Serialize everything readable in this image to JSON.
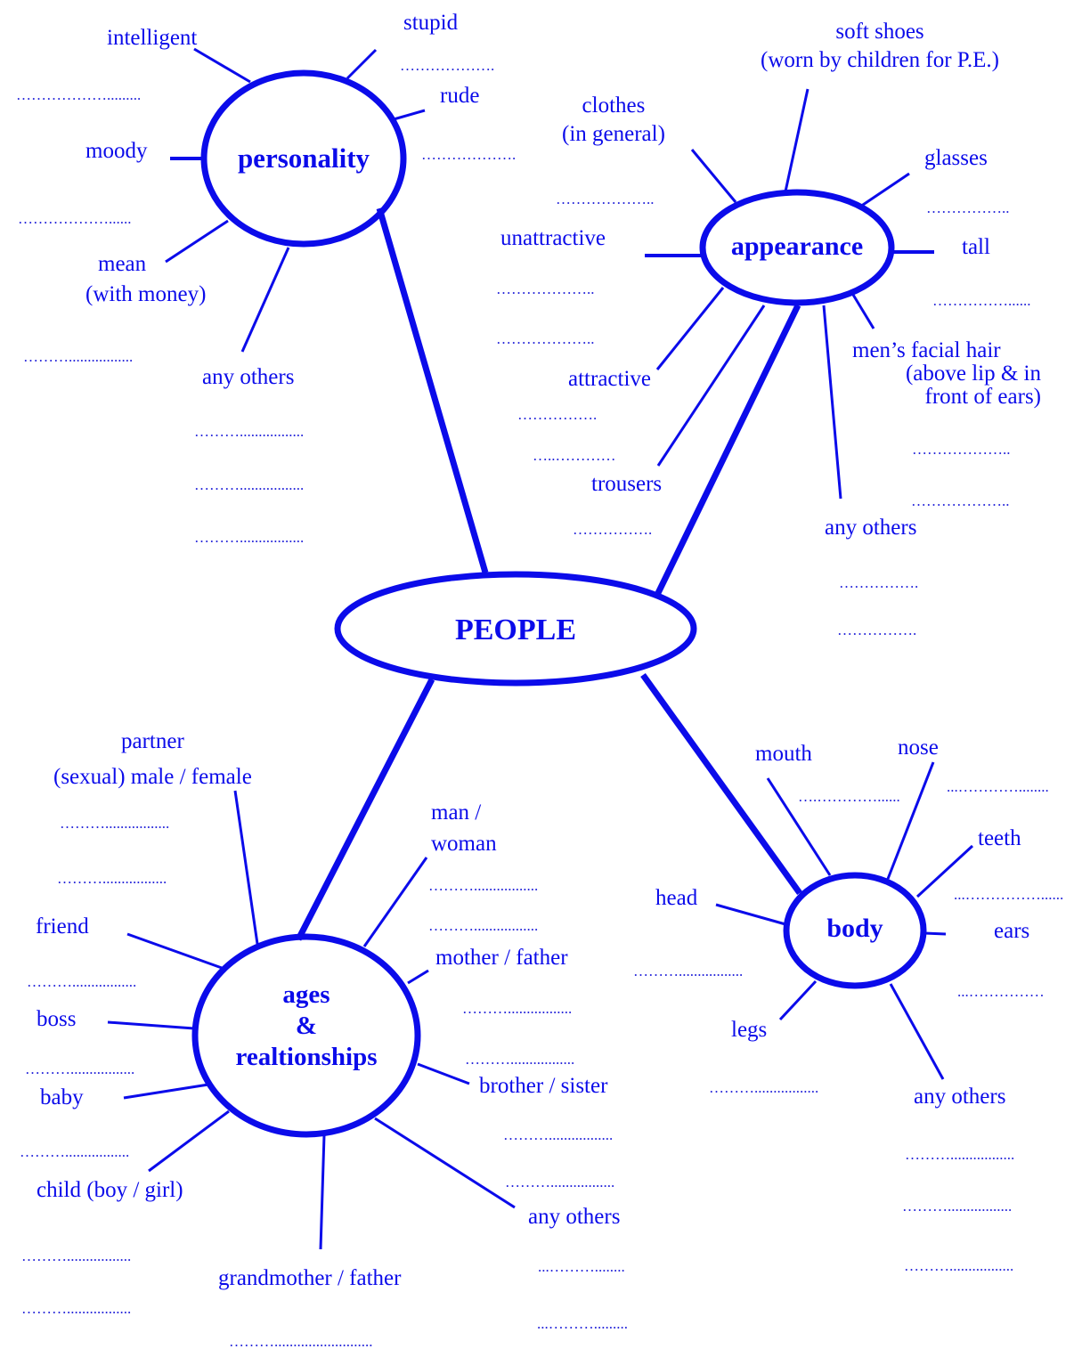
{
  "center": {
    "label": "PEOPLE"
  },
  "hubs": {
    "personality": "personality",
    "appearance": "appearance",
    "body": "body",
    "ages": [
      "ages",
      "&",
      "realtionships"
    ]
  },
  "personality": {
    "intelligent": "intelligent",
    "stupid": "stupid",
    "rude": "rude",
    "moody": "moody",
    "mean": [
      "mean",
      "(with money)"
    ],
    "any_others": "any others"
  },
  "appearance": {
    "soft_shoes": [
      "soft shoes",
      "(worn by children for P.E.)"
    ],
    "clothes": [
      "clothes",
      "(in general)"
    ],
    "glasses": "glasses",
    "unattractive": "unattractive",
    "tall": "tall",
    "facial_hair": [
      "men’s facial hair",
      "(above lip & in",
      "front of ears)"
    ],
    "attractive": "attractive",
    "trousers": "trousers",
    "any_others": "any others"
  },
  "body": {
    "mouth": "mouth",
    "nose": "nose",
    "teeth": "teeth",
    "head": "head",
    "ears": "ears",
    "legs": "legs",
    "any_others": "any others"
  },
  "ages": {
    "partner": [
      "partner",
      "(sexual) male / female"
    ],
    "man_woman": [
      "man /",
      "woman"
    ],
    "friend": "friend",
    "mother_father": "mother / father",
    "boss": "boss",
    "baby": "baby",
    "brother_sister": "brother / sister",
    "child": "child (boy / girl)",
    "any_others": "any others",
    "grandmother_father": "grandmother / father"
  },
  "blanks": {
    "b1": "……………….........",
    "b2": "……………….",
    "b3": "……………….",
    "b4": "………………......",
    "b5": "……….................",
    "b6": "……….................",
    "b7": "……….................",
    "b8": "……….................",
    "b9": "………………..",
    "b10": "……………..",
    "b11": "……………......",
    "b12": "………………..",
    "b13": "………………..",
    "b14": "…………….",
    "b15": "…..…………",
    "b16": "…………….",
    "b17": "………………..",
    "b18": "………………..",
    "b19": "…………….",
    "b20": "…………….",
    "b21": "….…………......",
    "b22": "...…………........",
    "b23": "...……………......",
    "b24": "...……………",
    "b25": "……….................",
    "b26": "……….................",
    "b27": "……….................",
    "b28": "……….................",
    "b29": "……….................",
    "b30": "……….................",
    "b31": "……….................",
    "b32": "……….................",
    "b33": "……….................",
    "b34": "……….................",
    "b35": "……….................",
    "b36": "……….................",
    "b37": "……….................",
    "b38": "……….................",
    "b39": "……….................",
    "b40": "……….................",
    "b41": "……….................",
    "b42": "……….................",
    "b43": "……….................",
    "b44": "...………........",
    "b45": "...……….........",
    "b46": "……….................",
    "b47": "……….........................."
  },
  "colors": {
    "stroke": "#0b0bea",
    "text": "#0b0bea"
  }
}
